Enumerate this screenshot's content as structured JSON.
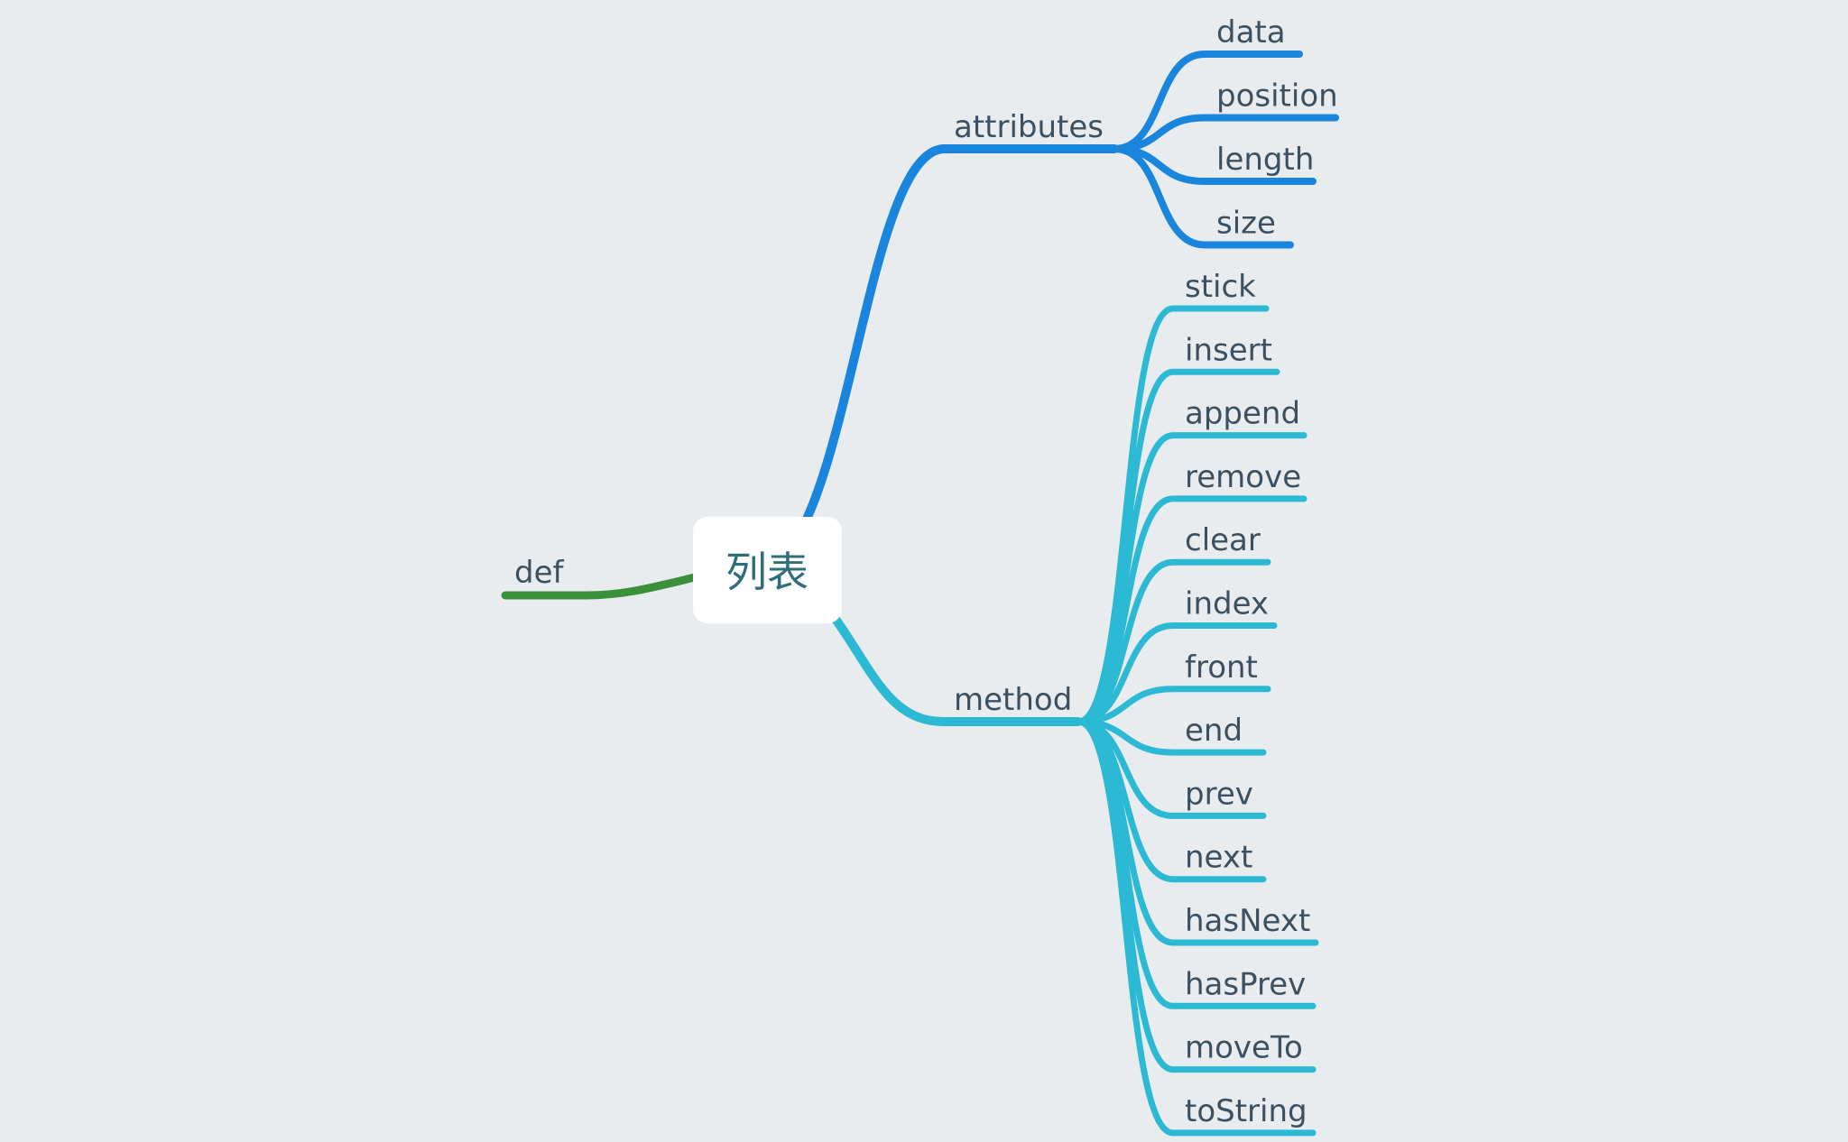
{
  "root": {
    "label": "列表"
  },
  "colors": {
    "background": "#e8ecef",
    "attributes": "#1a85dc",
    "method": "#2bb9d3",
    "def": "#3b9139",
    "text": "#3d5060",
    "root_text": "#2f6d7a",
    "root_box": "#ffffff"
  },
  "left": {
    "label": "def"
  },
  "attributes": {
    "label": "attributes",
    "children": [
      "data",
      "position",
      "length",
      "size"
    ]
  },
  "method": {
    "label": "method",
    "children": [
      "stick",
      "insert",
      "append",
      "remove",
      "clear",
      "index",
      "front",
      "end",
      "prev",
      "next",
      "hasNext",
      "hasPrev",
      "moveTo",
      "toString"
    ]
  }
}
